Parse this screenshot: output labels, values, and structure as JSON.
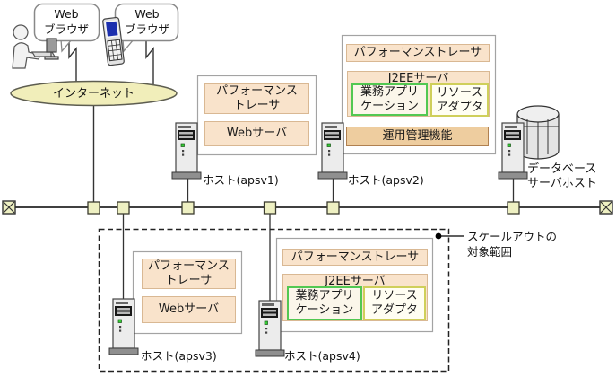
{
  "clients": {
    "browser1": {
      "line1": "Web",
      "line2": "ブラウザ"
    },
    "browser2": {
      "line1": "Web",
      "line2": "ブラウザ"
    }
  },
  "network": {
    "internet_label": "インターネット"
  },
  "hosts": {
    "apsv1": {
      "label": "ホスト(apsv1)",
      "tracer1": "パフォーマンス",
      "tracer2": "トレーサ",
      "web": "Webサーバ"
    },
    "apsv2": {
      "label": "ホスト(apsv2)",
      "tracer": "パフォーマンストレーサ",
      "j2ee": "J2EEサーバ",
      "biz1": "業務アプリ",
      "biz2": "ケーション",
      "res1": "リソース",
      "res2": "アダプタ",
      "ops": "運用管理機能"
    },
    "apsv3": {
      "label": "ホスト(apsv3)",
      "tracer1": "パフォーマンス",
      "tracer2": "トレーサ",
      "web": "Webサーバ"
    },
    "apsv4": {
      "label": "ホスト(apsv4)",
      "tracer": "パフォーマンストレーサ",
      "j2ee": "J2EEサーバ",
      "biz1": "業務アプリ",
      "biz2": "ケーション",
      "res1": "リソース",
      "res2": "アダプタ"
    },
    "db": {
      "label1": "データベース",
      "label2": "サーバホスト"
    }
  },
  "annotations": {
    "scaleout1": "スケールアウトの",
    "scaleout2": "対象範囲"
  },
  "colors": {
    "component_fill": "#f9e3cb",
    "component_border": "#d9b893",
    "ops_fill": "#eecd9f",
    "ops_border": "#b08050",
    "biz_app_border": "#52c852",
    "resource_adapter_border": "#cfcf5a",
    "internet_fill": "#f1eeba",
    "connector_fill": "#eef0c2",
    "phone_screen": "#1c2fae"
  }
}
